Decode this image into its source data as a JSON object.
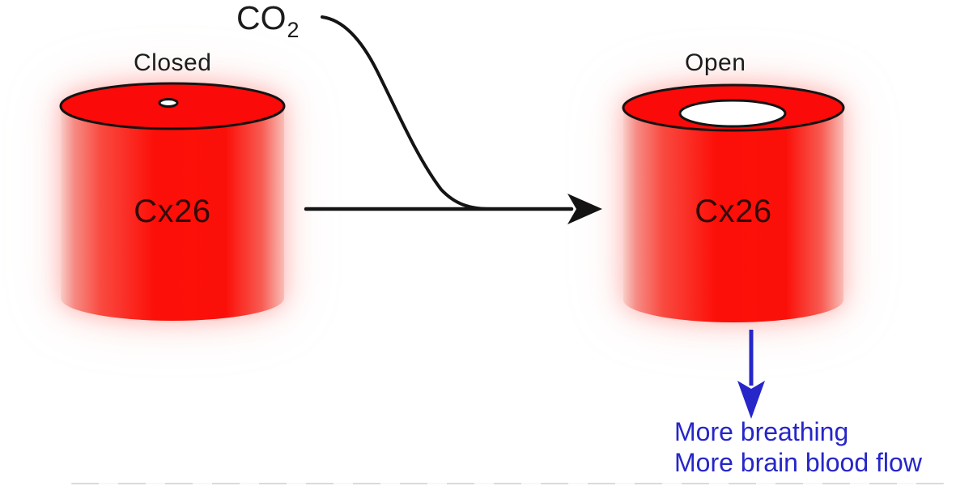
{
  "diagram": {
    "stimulus": {
      "main": "CO",
      "sub": "2"
    },
    "left_cylinder": {
      "state_label": "Closed",
      "protein_label": "Cx26"
    },
    "right_cylinder": {
      "state_label": "Open",
      "protein_label": "Cx26"
    },
    "outcomes": [
      "More breathing",
      "More brain blood flow"
    ]
  },
  "icons": {
    "transition_arrow": "right-arrow-icon",
    "co2_dose_curve": "sigmoid-curve",
    "effect_arrow": "down-arrow-icon",
    "closed_pore": "small-pore-dot",
    "open_pore": "large-pore-ring"
  },
  "colors": {
    "background": "#ffffff",
    "cylinder_red": "#fa0a08",
    "cylinder_red_light": "#f9cdc8",
    "outline_black": "#141414",
    "text_black": "#1c1c1c",
    "protein_text": "#330a0a",
    "accent_blue": "#2626c9"
  }
}
